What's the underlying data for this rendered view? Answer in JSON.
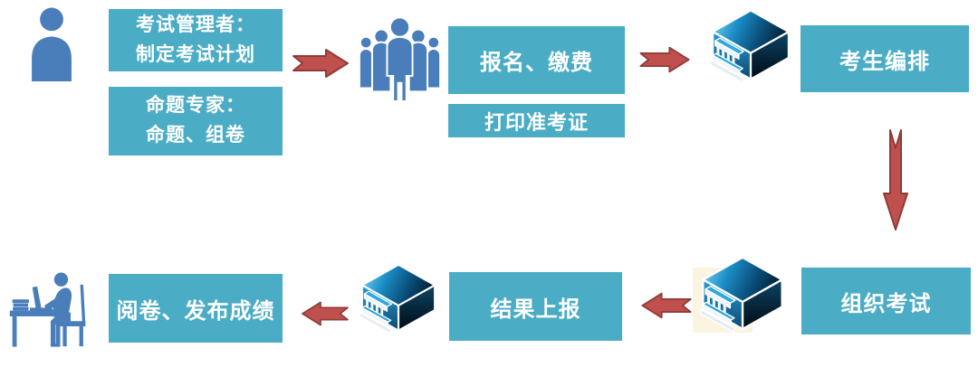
{
  "diagram_title": "",
  "boxes": {
    "admin": {
      "line1": "考试管理者：",
      "line2": "制定考试计划"
    },
    "expert": {
      "line1": "命题专家：",
      "line2": "命题、组卷"
    },
    "register": {
      "label": "报名、缴费"
    },
    "print_ticket": {
      "label": "打印准考证"
    },
    "arrange": {
      "label": "考生编排"
    },
    "organize": {
      "label": "组织考试"
    },
    "report": {
      "label": "结果上报"
    },
    "grade": {
      "label": "阅卷、发布成绩"
    }
  },
  "icons": {
    "admin_person": "person-icon",
    "candidates_group": "people-group-icon",
    "exam_center_1": "institution-building-icon",
    "exam_center_2": "institution-building-icon",
    "exam_center_3": "institution-building-icon",
    "grader_at_desk": "person-at-desk-icon",
    "connectors": [
      "arrow-right-icon",
      "arrow-right-icon",
      "arrow-down-icon",
      "arrow-left-icon",
      "arrow-left-icon"
    ]
  },
  "colors": {
    "background": "#FFFFFF",
    "box_fill": "#4BACC6",
    "box_border": "#FFFFFF",
    "box_text": "#FFFFFF",
    "figure_blue": "#4A7EBB",
    "arrow_fill": "#C0504D",
    "arrow_outline": "#8E3B37",
    "building_top_blue": "#1B8DC6",
    "cream_panel": "#FBF4E1"
  }
}
